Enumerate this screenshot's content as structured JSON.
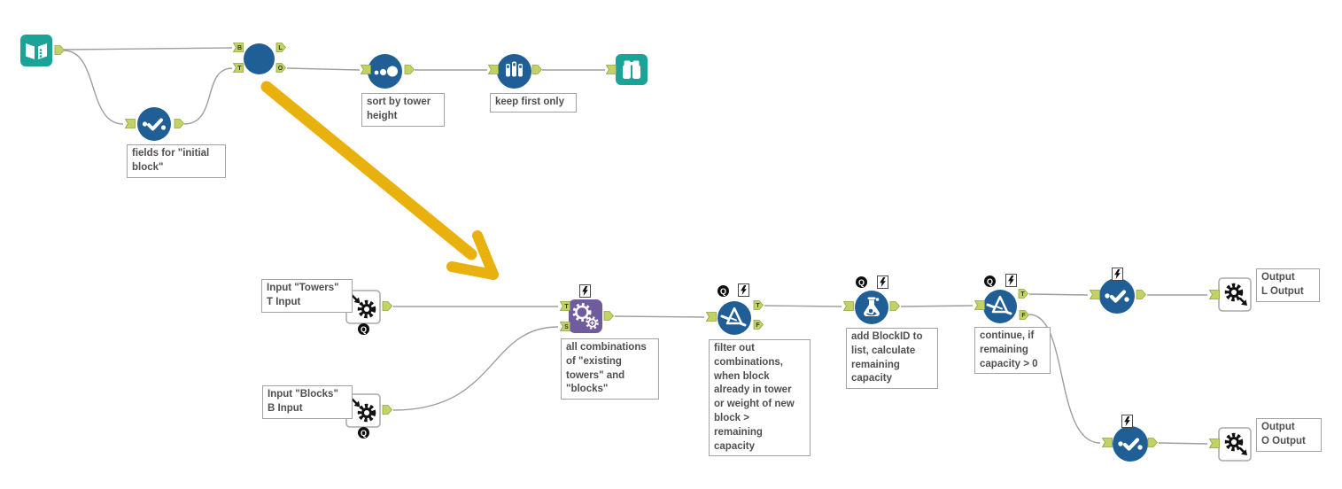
{
  "workflow": {
    "annotations": {
      "select_initial": "fields for \"initial\nblock\"",
      "sort": "sort by tower\nheight",
      "sample": "keep first only",
      "macro_input_towers": "Input \"Towers\"\nT Input",
      "macro_input_blocks": "Input \"Blocks\"\nB Input",
      "append_fields": "all combinations\nof \"existing\ntowers\" and\n\"blocks\"",
      "filter_combinations": "filter out\ncombinations,\nwhen block\nalready in tower\nor weight of new\nblock >\nremaining\ncapacity",
      "formula": "add BlockID to\nlist, calculate\nremaining\ncapacity",
      "filter_continue": "continue, if\nremaining\ncapacity > 0",
      "macro_output_l": "Output\nL Output",
      "macro_output_o": "Output\nO Output"
    },
    "anchor_labels": {
      "macro_loop_in_b": "B",
      "macro_loop_in_t": "T",
      "macro_loop_out_l": "L",
      "macro_loop_out_o": "O",
      "append_in_t": "T",
      "append_in_s": "S",
      "filter_combinations_out_t": "T",
      "filter_combinations_out_f": "F",
      "filter_continue_out_t": "T",
      "filter_continue_out_f": "F"
    },
    "badge_q": "Q",
    "colors": {
      "tool_blue": "#205f96",
      "tool_teal": "#1aa396",
      "tool_purple": "#6f5b9d",
      "anchor_green": "#c3d266",
      "anchor_border": "#8fa53f",
      "wire_gray": "#9e9e9e",
      "arrow_yellow": "#e9b10e",
      "annotation_text": "#4f4f4f"
    }
  }
}
